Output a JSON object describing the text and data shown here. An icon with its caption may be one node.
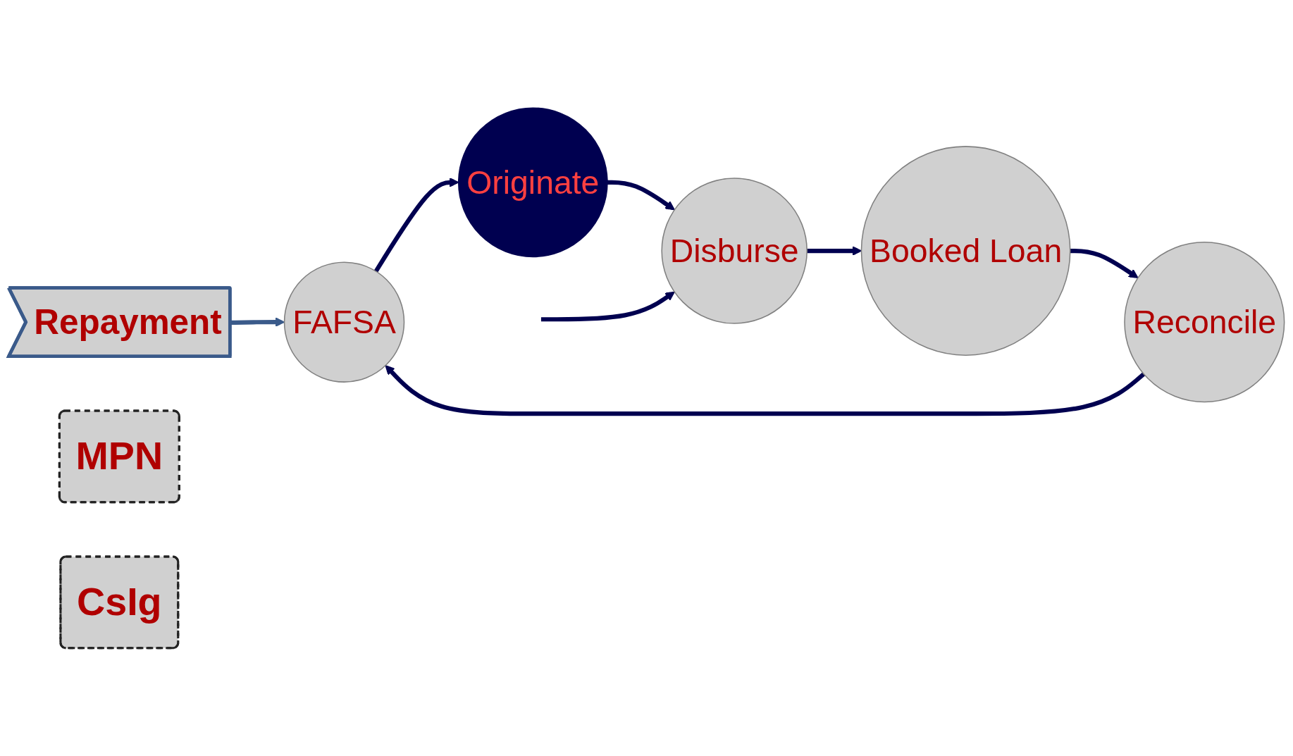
{
  "diagram": {
    "nodes": [
      {
        "text": [
          "FAFSA"
        ]
      },
      {
        "text": [
          "Originate"
        ]
      },
      {
        "text": [
          "Disburse"
        ]
      },
      {
        "text": [
          "Booked Loan"
        ]
      },
      {
        "text": [
          "Reconcile"
        ]
      },
      {
        "text": [
          "Repayment"
        ]
      },
      {
        "text": [
          "MPN"
        ]
      },
      {
        "text": [
          "CsIg"
        ]
      }
    ],
    "edges": [
      {
        "from": 0,
        "to": 1,
        "arrow": "to"
      },
      {
        "from": 1,
        "to": 2,
        "arrow": "to"
      },
      {
        "from": 2,
        "to": 3,
        "arrow": "to"
      },
      {
        "from": 3,
        "to": 4,
        "arrow": "to"
      },
      {
        "from": 4,
        "to": 0,
        "arrow": "to"
      },
      {
        "from": 5,
        "to": 0,
        "arrow": "to",
        "color": "#3a5a8a"
      },
      {
        "from": null,
        "to": 2,
        "arrow": "to"
      }
    ]
  }
}
